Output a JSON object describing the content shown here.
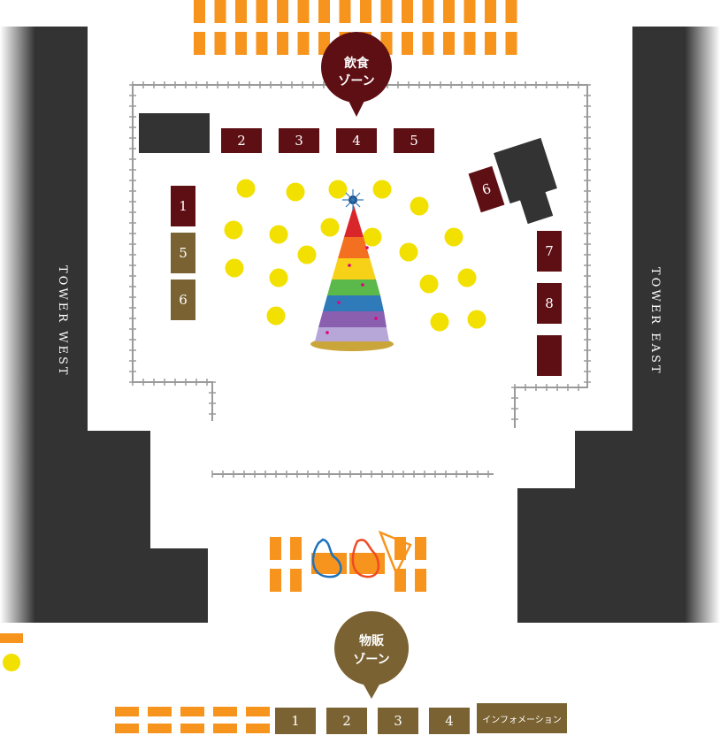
{
  "towers": {
    "west": "TOWER WEST",
    "east": "TOWER EAST"
  },
  "zones": {
    "food": {
      "line1": "飲食",
      "line2": "ゾーン",
      "color": "#5e0f14"
    },
    "goods": {
      "line1": "物販",
      "line2": "ゾーン",
      "color": "#7a6232"
    }
  },
  "food_booths": {
    "top": [
      "2",
      "3",
      "4",
      "5"
    ],
    "left": [
      "1"
    ],
    "right_angled": "6",
    "right": [
      "7",
      "8",
      ""
    ]
  },
  "goods_booths": {
    "left": [
      "5",
      "6"
    ],
    "bottom": [
      "1",
      "2",
      "3",
      "4"
    ],
    "info": "インフォメーション"
  },
  "colors": {
    "seating": "#f7941d",
    "table": "#f2e000",
    "building": "#333333"
  },
  "icons": [
    "christmas-tree-icon",
    "leaf-sculpture-icon"
  ]
}
